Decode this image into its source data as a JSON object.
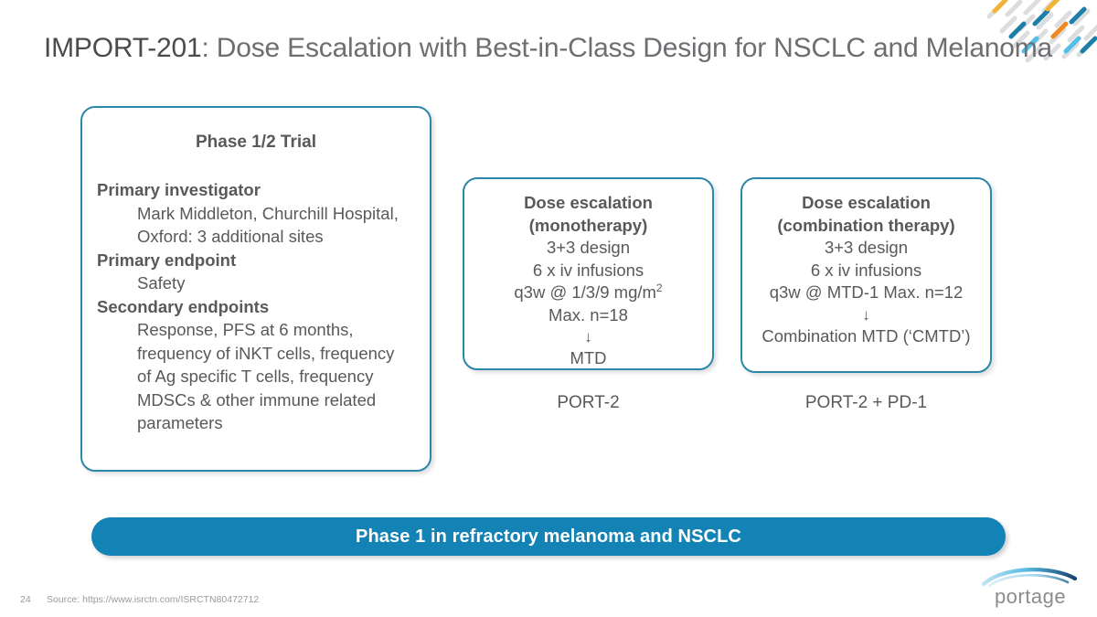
{
  "slide": {
    "title_strong": "IMPORT-201",
    "title_rest": ": Dose Escalation with Best-in-Class Design for NSCLC and Melanoma",
    "accent_border": "#2b87a8",
    "banner_color": "#1382b4",
    "text_color": "#58595b"
  },
  "trial_box": {
    "heading": "Phase 1/2 Trial",
    "sections": [
      {
        "label": "Primary investigator",
        "value_line1": "Mark Middleton, Churchill Hospital,",
        "value_line2": "Oxford: 3 additional sites"
      },
      {
        "label": "Primary endpoint",
        "value_line1": "Safety",
        "value_line2": ""
      },
      {
        "label": "Secondary endpoints",
        "value_line1": "Response, PFS at 6 months,",
        "value_line2": "frequency of iNKT cells, frequency",
        "value_line3": "of Ag specific T cells, frequency",
        "value_line4": "MDSCs & other immune related",
        "value_line5": "parameters"
      }
    ]
  },
  "mono_box": {
    "heading_line1": "Dose escalation",
    "heading_line2": "(monotherapy)",
    "line1": "3+3 design",
    "line2": "6 x iv infusions",
    "line3_prefix": "q3w @ 1/3/9 mg/m",
    "line3_sup": "2",
    "line4": "Max. n=18",
    "arrow": "↓",
    "result": "MTD",
    "caption": "PORT-2"
  },
  "combo_box": {
    "heading_line1": "Dose escalation",
    "heading_line2": "(combination therapy)",
    "line1": "3+3 design",
    "line2": "6 x iv infusions",
    "line3": "q3w @ MTD-1 Max. n=12",
    "arrow": "↓",
    "result": "Combination MTD (‘CMTD’)",
    "caption": "PORT-2 + PD-1"
  },
  "banner": {
    "text": "Phase 1 in refractory melanoma and NSCLC"
  },
  "footer": {
    "page_number": "24",
    "source": "Source: https://www.isrctn.com/ISRCTN80472712"
  },
  "logo": {
    "wordmark": "portage"
  }
}
